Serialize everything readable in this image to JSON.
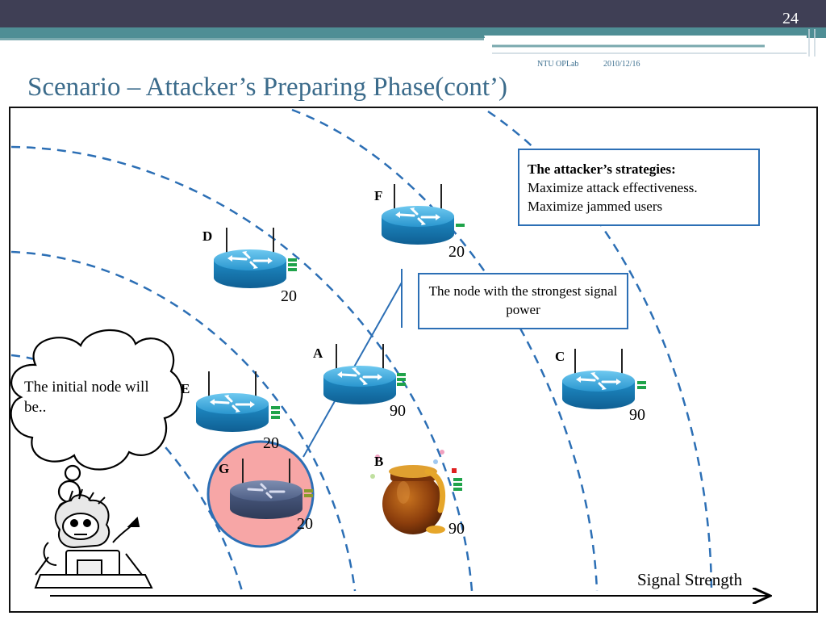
{
  "slide": {
    "number": "24",
    "footer_org": "NTU OPLab",
    "footer_date": "2010/12/16",
    "title": "Scenario – Attacker’s Preparing Phase(cont’)"
  },
  "nodes": [
    {
      "id": "F",
      "letter": "F",
      "value": "20",
      "color": "#2c9fd6"
    },
    {
      "id": "D",
      "letter": "D",
      "value": "20",
      "color": "#2c9fd6"
    },
    {
      "id": "A",
      "letter": "A",
      "value": "90",
      "color": "#2c9fd6"
    },
    {
      "id": "C",
      "letter": "C",
      "value": "90",
      "color": "#2c9fd6"
    },
    {
      "id": "E",
      "letter": "E",
      "value": "20",
      "color": "#2c9fd6"
    },
    {
      "id": "G",
      "letter": "G",
      "value": "20",
      "color": "#4d5f86"
    },
    {
      "id": "B",
      "letter": "B",
      "value": "90"
    }
  ],
  "callouts": {
    "strategy_heading": "The attacker’s strategies:",
    "strategy_line1": "Maximize attack effectiveness.",
    "strategy_line2": "Maximize jammed users",
    "strongest_signal": "The node with the strongest signal power"
  },
  "thought_bubble": "The initial node will be..",
  "axis_label": "Signal Strength",
  "colors": {
    "header_bar": "#3f3f55",
    "accent_teal": "#4f8e95",
    "dashed_rings": "#2c6fb5",
    "highlight_circle": "#f7a6a6",
    "signal_bar": "#1fa34a"
  }
}
